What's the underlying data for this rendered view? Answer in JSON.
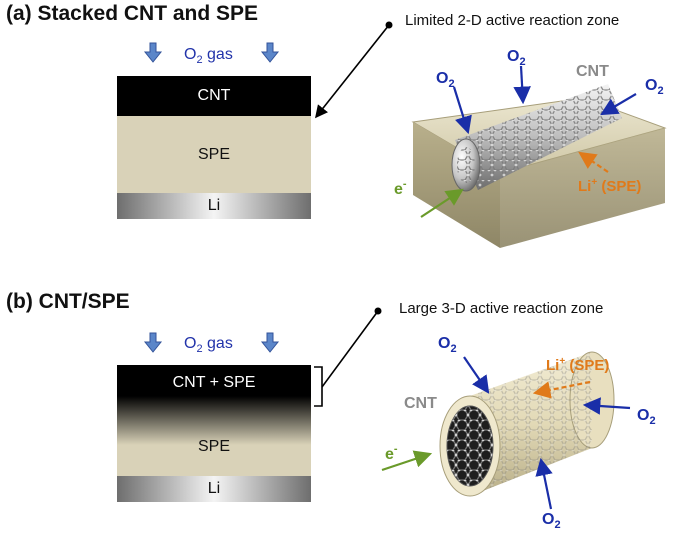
{
  "panel_a": {
    "title": "(a) Stacked CNT and SPE",
    "zone_label": "Limited 2-D active reaction zone",
    "gas_label": "O",
    "gas_sub": "2",
    "gas_suffix": " gas",
    "layers": {
      "cnt": "CNT",
      "spe": "SPE",
      "li": "Li"
    },
    "illustration": {
      "cnt_label": "CNT",
      "o2": "O",
      "o2_sub": "2",
      "li_label": "Li",
      "li_sup": "+",
      "li_suffix": " (SPE)",
      "electron": "e",
      "electron_sup": "-"
    }
  },
  "panel_b": {
    "title": "(b) CNT/SPE",
    "zone_label": "Large 3-D active reaction zone",
    "gas_label": "O",
    "gas_sub": "2",
    "gas_suffix": " gas",
    "layers": {
      "composite": "CNT + SPE",
      "spe": "SPE",
      "li": "Li"
    },
    "illustration": {
      "cnt_label": "CNT",
      "o2": "O",
      "o2_sub": "2",
      "li_label": "Li",
      "li_sup": "+",
      "li_suffix": " (SPE)",
      "electron": "e",
      "electron_sup": "-"
    }
  },
  "colors": {
    "o2_blue": "#1a2ea8",
    "li_orange": "#e07a1a",
    "electron_green": "#6a9a2a",
    "spe_beige": "#d9d2b8",
    "cnt_black": "#000000",
    "cnt_gray": "#8a8a8a"
  }
}
